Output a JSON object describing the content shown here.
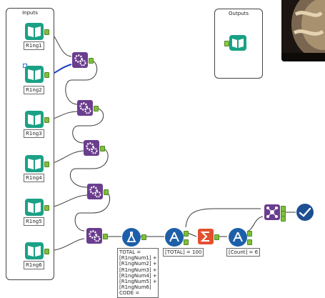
{
  "containers": {
    "inputs": {
      "title": "Inputs"
    },
    "outputs": {
      "title": "Outputs"
    }
  },
  "inputs": [
    {
      "label": "R1ng1",
      "icon": "book-icon"
    },
    {
      "label": "R1ng2",
      "icon": "book-icon",
      "selected": true
    },
    {
      "label": "R1ng3",
      "icon": "book-icon"
    },
    {
      "label": "R1ng4",
      "icon": "book-icon"
    },
    {
      "label": "R1ng5",
      "icon": "book-icon"
    },
    {
      "label": "R1ng6",
      "icon": "book-icon"
    }
  ],
  "formula_note": "TOTAL =\n[R1ngNum1] +\n[R1ngNum2] +\n[R1ngNum3] +\n[R1ngNum4] +\n[R1ngNum5] +\n[R1ngNum6]\nCODE =",
  "filter1_label": "[TOTAL] = 100",
  "filter2_label": "[Count] = 6",
  "colors": {
    "input_tool": "#1aa186",
    "join_tool": "#6b3d8e",
    "formula_tool": "#1d5fa8",
    "summarize_tool": "#e2502f",
    "anchor": "#7fbf3a"
  }
}
